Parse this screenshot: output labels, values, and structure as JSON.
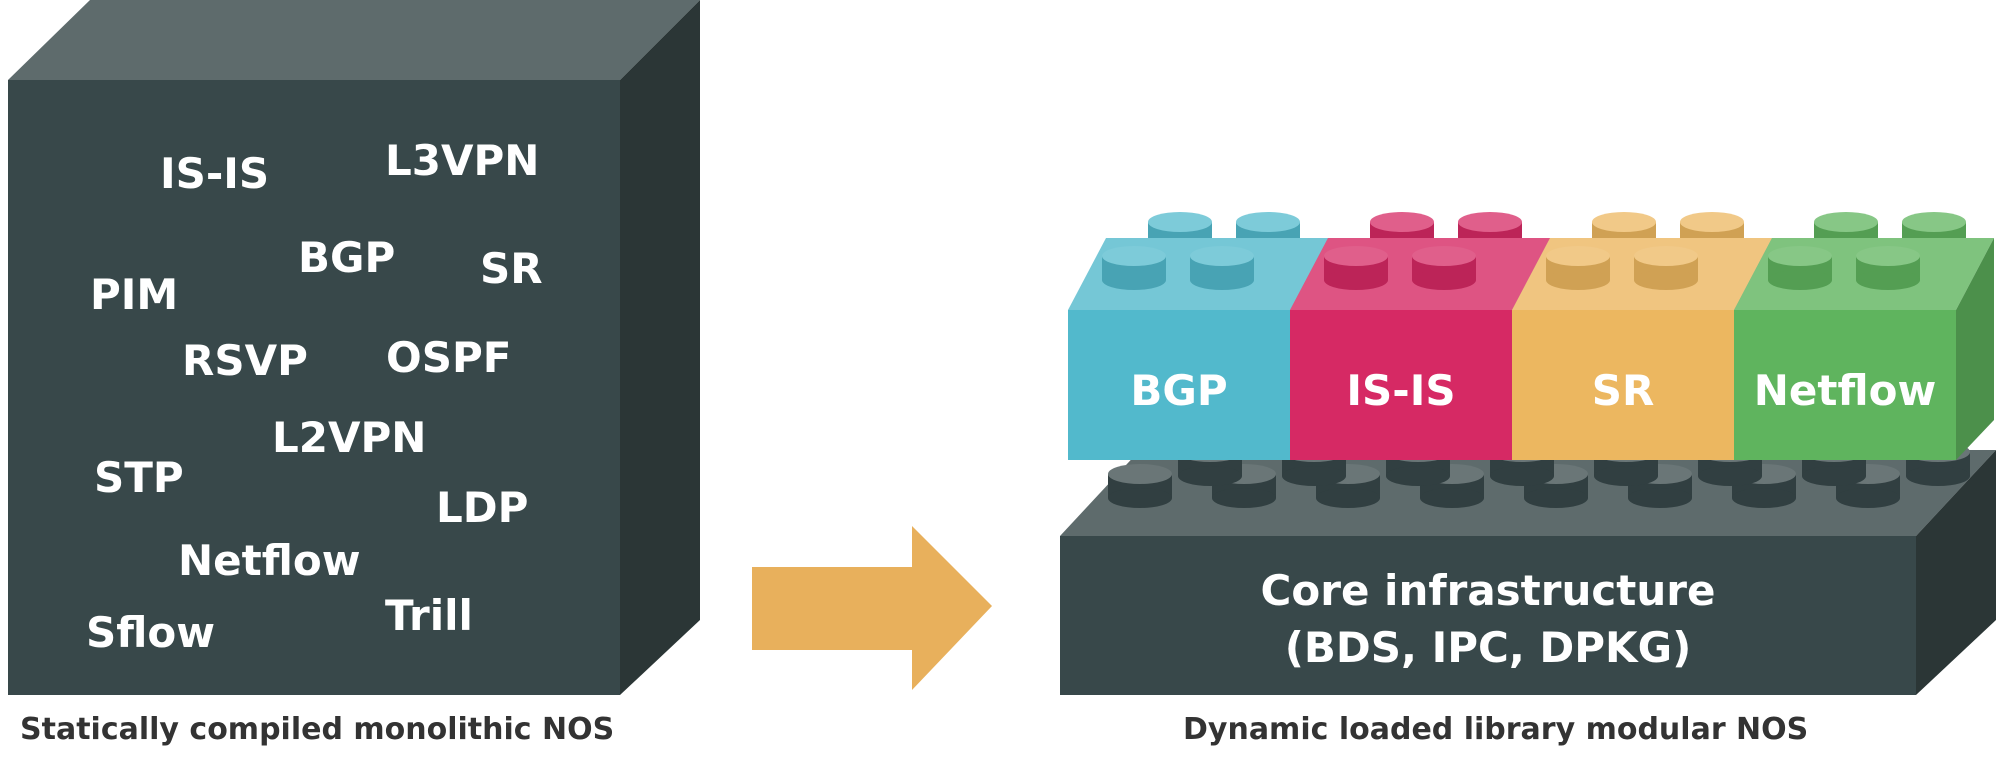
{
  "left": {
    "protocols": [
      "IS-IS",
      "L3VPN",
      "BGP",
      "SR",
      "PIM",
      "RSVP",
      "OSPF",
      "L2VPN",
      "STP",
      "LDP",
      "Netflow",
      "Trill",
      "Sflow"
    ],
    "caption": "Statically compiled monolithic NOS",
    "colors": {
      "front": "#38484a",
      "top": "#5e6b6c",
      "side": "#2b3636"
    }
  },
  "arrow": {
    "color": "#e8b05c"
  },
  "right": {
    "modules": [
      {
        "label": "BGP",
        "color": "#52b9cc"
      },
      {
        "label": "IS-IS",
        "color": "#d62964"
      },
      {
        "label": "SR",
        "color": "#ecb760"
      },
      {
        "label": "Netflow",
        "color": "#5fb45e"
      }
    ],
    "core": {
      "line1": "Core infrastructure",
      "line2": "(BDS, IPC, DPKG)"
    },
    "caption": "Dynamic loaded library modular NOS"
  }
}
